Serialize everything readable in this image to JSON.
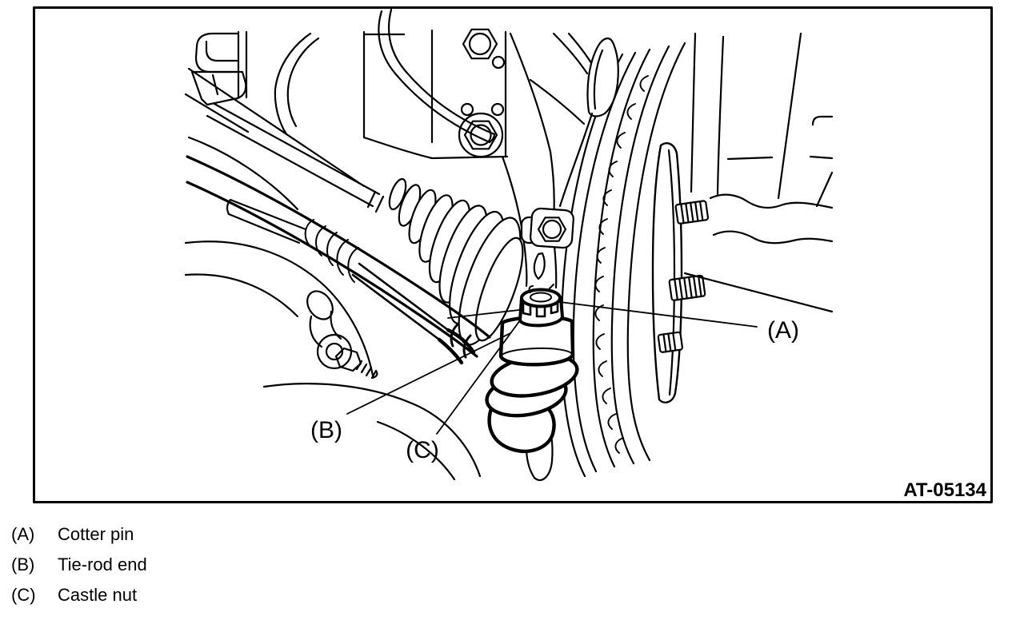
{
  "figure": {
    "code": "AT-05134",
    "callouts": {
      "a": "(A)",
      "b": "(B)",
      "c": "(C)"
    }
  },
  "legend": {
    "items": [
      {
        "key": "(A)",
        "label": "Cotter pin"
      },
      {
        "key": "(B)",
        "label": "Tie-rod end"
      },
      {
        "key": "(C)",
        "label": "Castle nut"
      }
    ]
  },
  "colors": {
    "line": "#000000",
    "background": "#ffffff"
  }
}
